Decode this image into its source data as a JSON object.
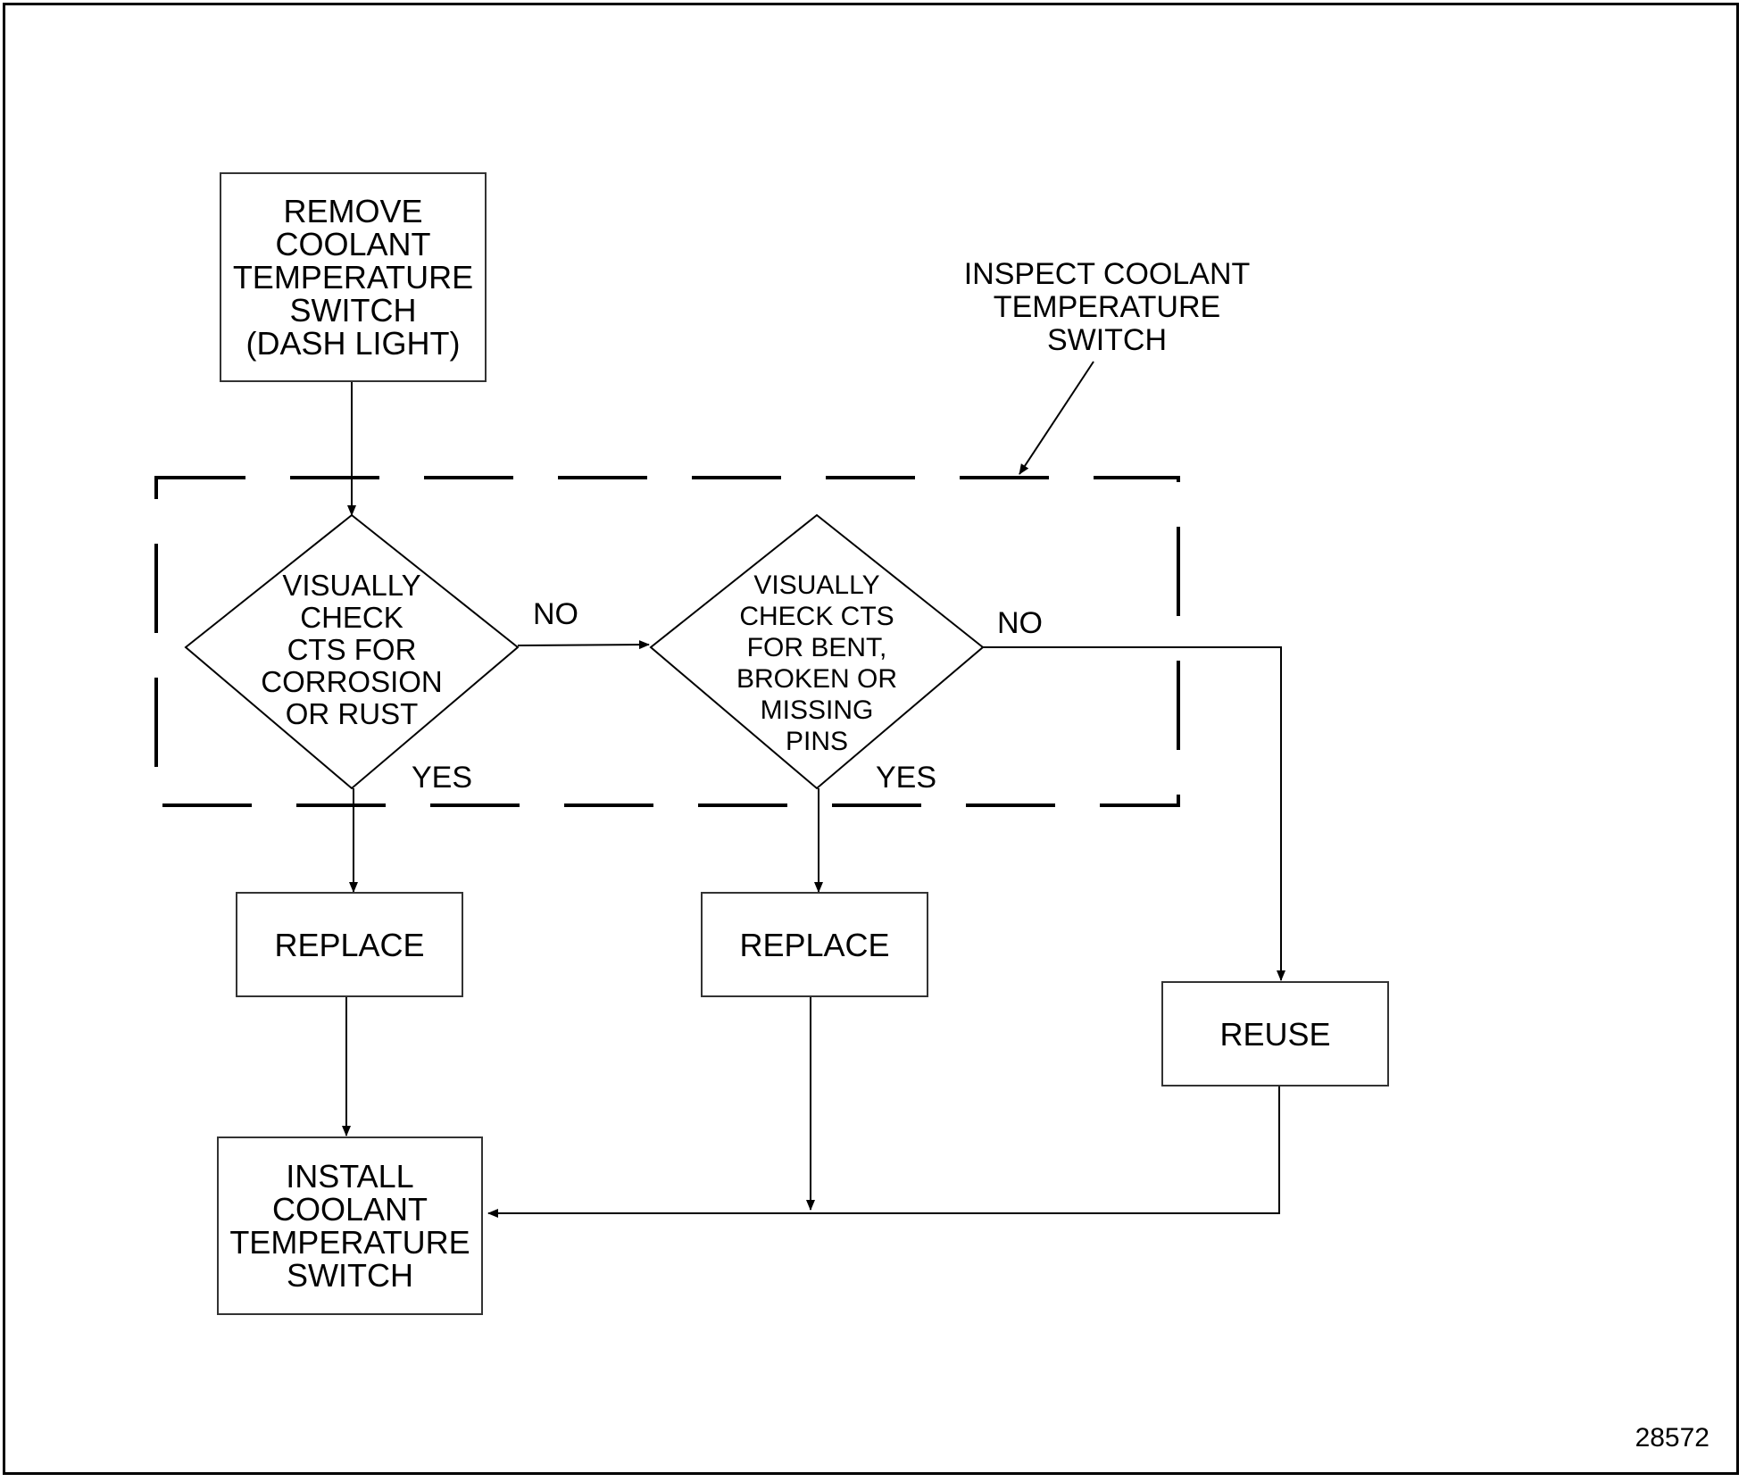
{
  "nodes": {
    "remove": "REMOVE\nCOOLANT\nTEMPERATURE\nSWITCH\n(DASH LIGHT)",
    "check_corrosion": "VISUALLY\nCHECK\nCTS FOR\nCORROSION\nOR RUST",
    "check_pins": "VISUALLY\nCHECK CTS\nFOR BENT,\nBROKEN OR\nMISSING\nPINS",
    "replace_1": "REPLACE",
    "replace_2": "REPLACE",
    "reuse": "REUSE",
    "install": "INSTALL\nCOOLANT\nTEMPERATURE\nSWITCH"
  },
  "group_label": "INSPECT COOLANT\nTEMPERATURE\nSWITCH",
  "edge_labels": {
    "no_1": "NO",
    "no_2": "NO",
    "yes_1": "YES",
    "yes_2": "YES"
  },
  "figure_number": "28572"
}
